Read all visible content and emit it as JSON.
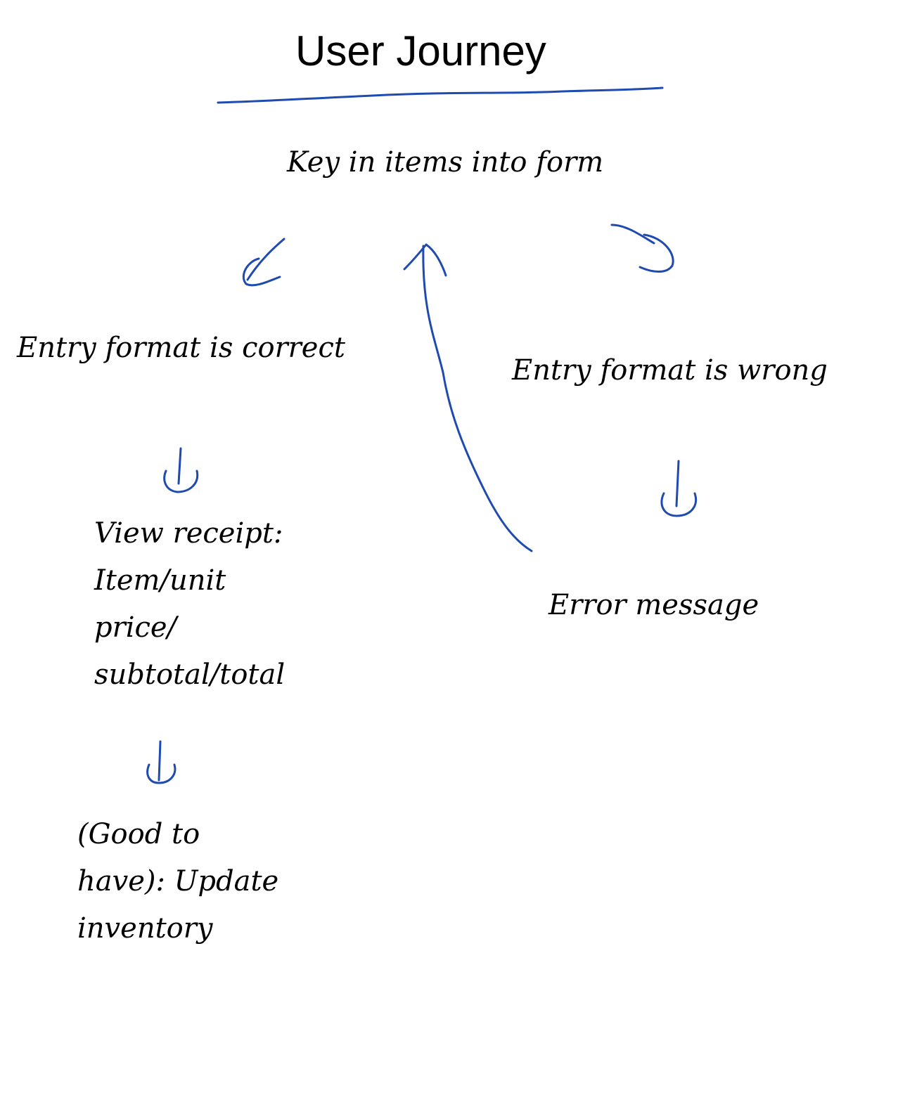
{
  "title": "User Journey",
  "nodes": {
    "key_in": "Key in items into form",
    "format_correct": "Entry format is correct",
    "format_wrong": "Entry format is wrong",
    "view_receipt": [
      "View receipt:",
      "Item/unit",
      "price/",
      "subtotal/total"
    ],
    "error_message": "Error message",
    "good_to_have": [
      "(Good to",
      "have): Update",
      "inventory"
    ]
  },
  "colors": {
    "ink": "#1f4bb0",
    "text": "#000000",
    "background": "#ffffff"
  }
}
